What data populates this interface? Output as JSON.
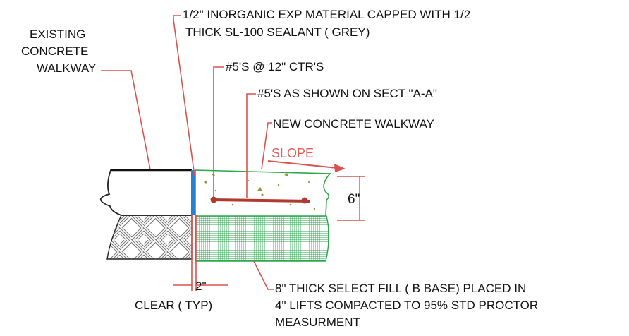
{
  "labels": {
    "existing_walkway": [
      "EXISTING",
      "CONCRETE",
      "WALKWAY"
    ],
    "exp_material": [
      "1/2\" INORGANIC EXP MATERIAL CAPPED WITH 1/2",
      "THICK SL-100 SEALANT  ( GREY)"
    ],
    "rebar_12": "#5'S @ 12\" CTR'S",
    "rebar_sect": "#5'S  AS  SHOWN ON SECT \"A-A\"",
    "new_walkway": "NEW CONCRETE WALKWAY",
    "slope": "SLOPE",
    "thickness": "6\"",
    "clear_dim": "2\"",
    "clear_typ": "CLEAR  ( TYP)",
    "select_fill": [
      "8\" THICK SELECT FILL  ( B BASE)  PLACED IN",
      "4\" LIFTS COMPACTED TO 95% STD PROCTOR",
      "MEASURMENT"
    ]
  },
  "colors": {
    "leader": "#d9534f",
    "slope_text": "#e0605a",
    "new_concrete": "#2aa84a",
    "joint": "#2a7fd0",
    "outline": "#111111",
    "hatch": "#888888"
  }
}
